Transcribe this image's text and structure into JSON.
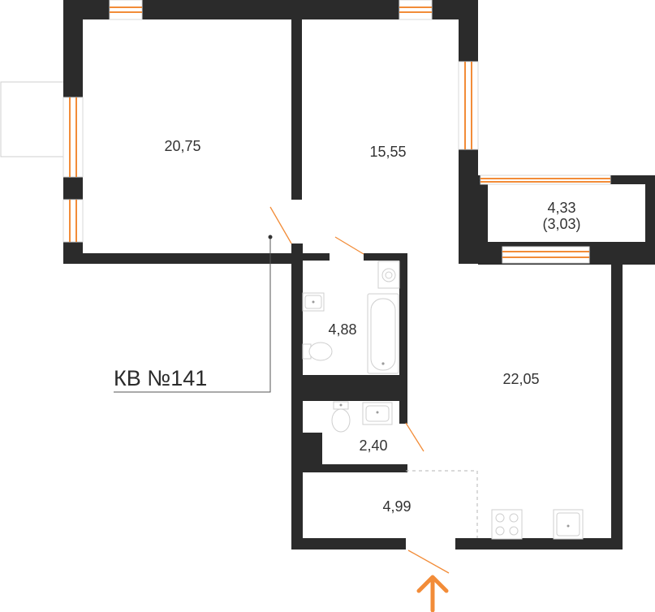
{
  "apartment": {
    "label": "КВ №141"
  },
  "rooms": [
    {
      "id": "room-1",
      "area": "20,75"
    },
    {
      "id": "room-2",
      "area": "15,55"
    },
    {
      "id": "balcony",
      "area": "4,33",
      "area_reduced": "(3,03)"
    },
    {
      "id": "bathroom",
      "area": "4,88"
    },
    {
      "id": "kitchen-living",
      "area": "22,05"
    },
    {
      "id": "toilet",
      "area": "2,40"
    },
    {
      "id": "hallway",
      "area": "4,99"
    }
  ],
  "colors": {
    "wall": "#2b2b2b",
    "accent": "#f28c38",
    "fixture_outline": "#cfcfcf"
  },
  "entrance": {
    "icon": "entrance-arrow-icon"
  }
}
